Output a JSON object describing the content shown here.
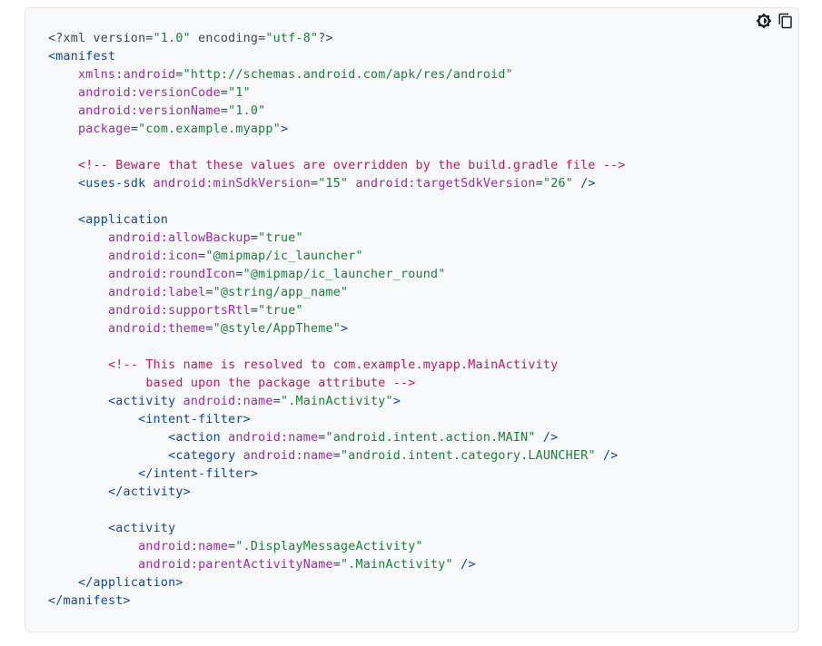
{
  "toolbar": {
    "theme_toggle_icon": "brightness-icon",
    "copy_icon": "copy-icon"
  },
  "colors": {
    "block_background": "#f8f9fa",
    "tag": "#0d47a1",
    "attribute": "#9c27b0",
    "value": "#188038",
    "comment": "#c2185b",
    "plain": "#37474f"
  },
  "code": {
    "language": "xml",
    "lines": [
      [
        {
          "t": "plain",
          "v": "<?xml version="
        },
        {
          "t": "val",
          "v": "\"1.0\""
        },
        {
          "t": "plain",
          "v": " encoding="
        },
        {
          "t": "val",
          "v": "\"utf-8\""
        },
        {
          "t": "plain",
          "v": "?>"
        }
      ],
      [
        {
          "t": "tag",
          "v": "<manifest"
        }
      ],
      [
        {
          "t": "plain",
          "v": "    "
        },
        {
          "t": "attr",
          "v": "xmlns:android"
        },
        {
          "t": "plain",
          "v": "="
        },
        {
          "t": "val",
          "v": "\"http://schemas.android.com/apk/res/android\""
        }
      ],
      [
        {
          "t": "plain",
          "v": "    "
        },
        {
          "t": "attr",
          "v": "android:versionCode"
        },
        {
          "t": "plain",
          "v": "="
        },
        {
          "t": "val",
          "v": "\"1\""
        }
      ],
      [
        {
          "t": "plain",
          "v": "    "
        },
        {
          "t": "attr",
          "v": "android:versionName"
        },
        {
          "t": "plain",
          "v": "="
        },
        {
          "t": "val",
          "v": "\"1.0\""
        }
      ],
      [
        {
          "t": "plain",
          "v": "    "
        },
        {
          "t": "attr",
          "v": "package"
        },
        {
          "t": "plain",
          "v": "="
        },
        {
          "t": "val",
          "v": "\"com.example.myapp\""
        },
        {
          "t": "tag",
          "v": ">"
        }
      ],
      [],
      [
        {
          "t": "plain",
          "v": "    "
        },
        {
          "t": "comment",
          "v": "<!-- Beware that these values are overridden by the build.gradle file -->"
        }
      ],
      [
        {
          "t": "plain",
          "v": "    "
        },
        {
          "t": "tag",
          "v": "<uses-sdk"
        },
        {
          "t": "plain",
          "v": " "
        },
        {
          "t": "attr",
          "v": "android:minSdkVersion"
        },
        {
          "t": "plain",
          "v": "="
        },
        {
          "t": "val",
          "v": "\"15\""
        },
        {
          "t": "plain",
          "v": " "
        },
        {
          "t": "attr",
          "v": "android:targetSdkVersion"
        },
        {
          "t": "plain",
          "v": "="
        },
        {
          "t": "val",
          "v": "\"26\""
        },
        {
          "t": "plain",
          "v": " "
        },
        {
          "t": "tag",
          "v": "/>"
        }
      ],
      [],
      [
        {
          "t": "plain",
          "v": "    "
        },
        {
          "t": "tag",
          "v": "<application"
        }
      ],
      [
        {
          "t": "plain",
          "v": "        "
        },
        {
          "t": "attr",
          "v": "android:allowBackup"
        },
        {
          "t": "plain",
          "v": "="
        },
        {
          "t": "val",
          "v": "\"true\""
        }
      ],
      [
        {
          "t": "plain",
          "v": "        "
        },
        {
          "t": "attr",
          "v": "android:icon"
        },
        {
          "t": "plain",
          "v": "="
        },
        {
          "t": "val",
          "v": "\"@mipmap/ic_launcher\""
        }
      ],
      [
        {
          "t": "plain",
          "v": "        "
        },
        {
          "t": "attr",
          "v": "android:roundIcon"
        },
        {
          "t": "plain",
          "v": "="
        },
        {
          "t": "val",
          "v": "\"@mipmap/ic_launcher_round\""
        }
      ],
      [
        {
          "t": "plain",
          "v": "        "
        },
        {
          "t": "attr",
          "v": "android:label"
        },
        {
          "t": "plain",
          "v": "="
        },
        {
          "t": "val",
          "v": "\"@string/app_name\""
        }
      ],
      [
        {
          "t": "plain",
          "v": "        "
        },
        {
          "t": "attr",
          "v": "android:supportsRtl"
        },
        {
          "t": "plain",
          "v": "="
        },
        {
          "t": "val",
          "v": "\"true\""
        }
      ],
      [
        {
          "t": "plain",
          "v": "        "
        },
        {
          "t": "attr",
          "v": "android:theme"
        },
        {
          "t": "plain",
          "v": "="
        },
        {
          "t": "val",
          "v": "\"@style/AppTheme\""
        },
        {
          "t": "tag",
          "v": ">"
        }
      ],
      [],
      [
        {
          "t": "plain",
          "v": "        "
        },
        {
          "t": "comment",
          "v": "<!-- This name is resolved to com.example.myapp.MainActivity"
        }
      ],
      [
        {
          "t": "plain",
          "v": "        "
        },
        {
          "t": "comment",
          "v": "     based upon the package attribute -->"
        }
      ],
      [
        {
          "t": "plain",
          "v": "        "
        },
        {
          "t": "tag",
          "v": "<activity"
        },
        {
          "t": "plain",
          "v": " "
        },
        {
          "t": "attr",
          "v": "android:name"
        },
        {
          "t": "plain",
          "v": "="
        },
        {
          "t": "val",
          "v": "\".MainActivity\""
        },
        {
          "t": "tag",
          "v": ">"
        }
      ],
      [
        {
          "t": "plain",
          "v": "            "
        },
        {
          "t": "tag",
          "v": "<intent-filter>"
        }
      ],
      [
        {
          "t": "plain",
          "v": "                "
        },
        {
          "t": "tag",
          "v": "<action"
        },
        {
          "t": "plain",
          "v": " "
        },
        {
          "t": "attr",
          "v": "android:name"
        },
        {
          "t": "plain",
          "v": "="
        },
        {
          "t": "val",
          "v": "\"android.intent.action.MAIN\""
        },
        {
          "t": "plain",
          "v": " "
        },
        {
          "t": "tag",
          "v": "/>"
        }
      ],
      [
        {
          "t": "plain",
          "v": "                "
        },
        {
          "t": "tag",
          "v": "<category"
        },
        {
          "t": "plain",
          "v": " "
        },
        {
          "t": "attr",
          "v": "android:name"
        },
        {
          "t": "plain",
          "v": "="
        },
        {
          "t": "val",
          "v": "\"android.intent.category.LAUNCHER\""
        },
        {
          "t": "plain",
          "v": " "
        },
        {
          "t": "tag",
          "v": "/>"
        }
      ],
      [
        {
          "t": "plain",
          "v": "            "
        },
        {
          "t": "tag",
          "v": "</intent-filter>"
        }
      ],
      [
        {
          "t": "plain",
          "v": "        "
        },
        {
          "t": "tag",
          "v": "</activity>"
        }
      ],
      [],
      [
        {
          "t": "plain",
          "v": "        "
        },
        {
          "t": "tag",
          "v": "<activity"
        }
      ],
      [
        {
          "t": "plain",
          "v": "            "
        },
        {
          "t": "attr",
          "v": "android:name"
        },
        {
          "t": "plain",
          "v": "="
        },
        {
          "t": "val",
          "v": "\".DisplayMessageActivity\""
        }
      ],
      [
        {
          "t": "plain",
          "v": "            "
        },
        {
          "t": "attr",
          "v": "android:parentActivityName"
        },
        {
          "t": "plain",
          "v": "="
        },
        {
          "t": "val",
          "v": "\".MainActivity\""
        },
        {
          "t": "plain",
          "v": " "
        },
        {
          "t": "tag",
          "v": "/>"
        }
      ],
      [
        {
          "t": "plain",
          "v": "    "
        },
        {
          "t": "tag",
          "v": "</application>"
        }
      ],
      [
        {
          "t": "tag",
          "v": "</manifest>"
        }
      ]
    ]
  }
}
